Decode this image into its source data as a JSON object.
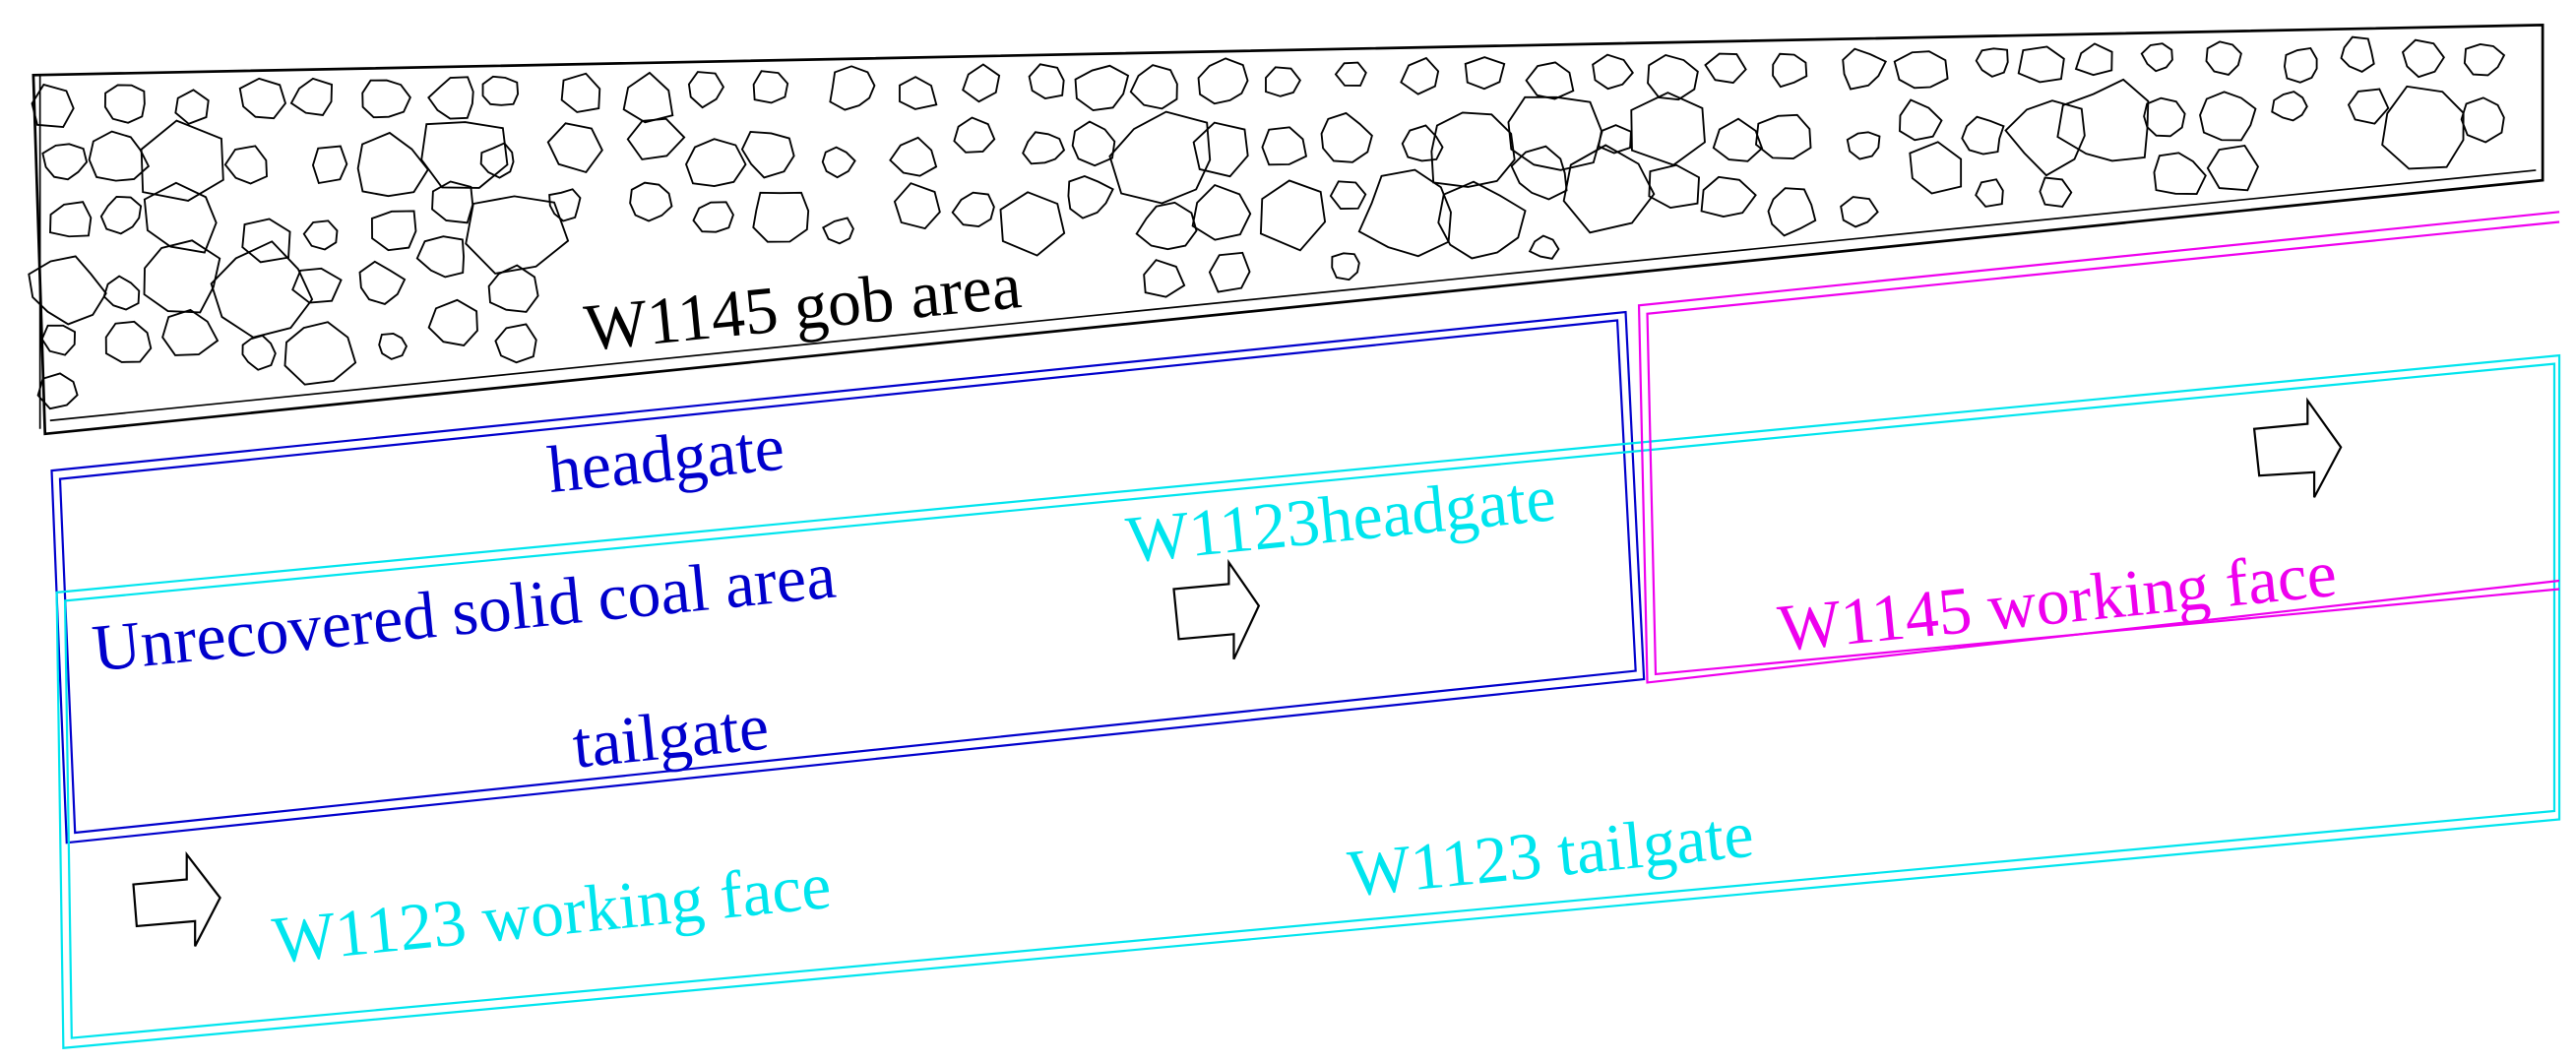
{
  "colors": {
    "gob": "#000000",
    "solid_coal": "#0000cc",
    "w1123": "#00e5ee",
    "w1145": "#ee00ee",
    "arrow": "#000000"
  },
  "labels": {
    "gob_area": "W1145 gob area",
    "headgate": "headgate",
    "solid_coal_area": "Unrecovered solid coal area",
    "tailgate": "tailgate",
    "w1123_headgate": "W1123headgate",
    "w1145_working_face": "W1145 working face",
    "w1123_working_face": "W1123 working face",
    "w1123_tailgate": "W1123 tailgate"
  },
  "icons": {
    "advance_arrow": "arrow-right-outline",
    "gob_rock": "rock-outline"
  }
}
